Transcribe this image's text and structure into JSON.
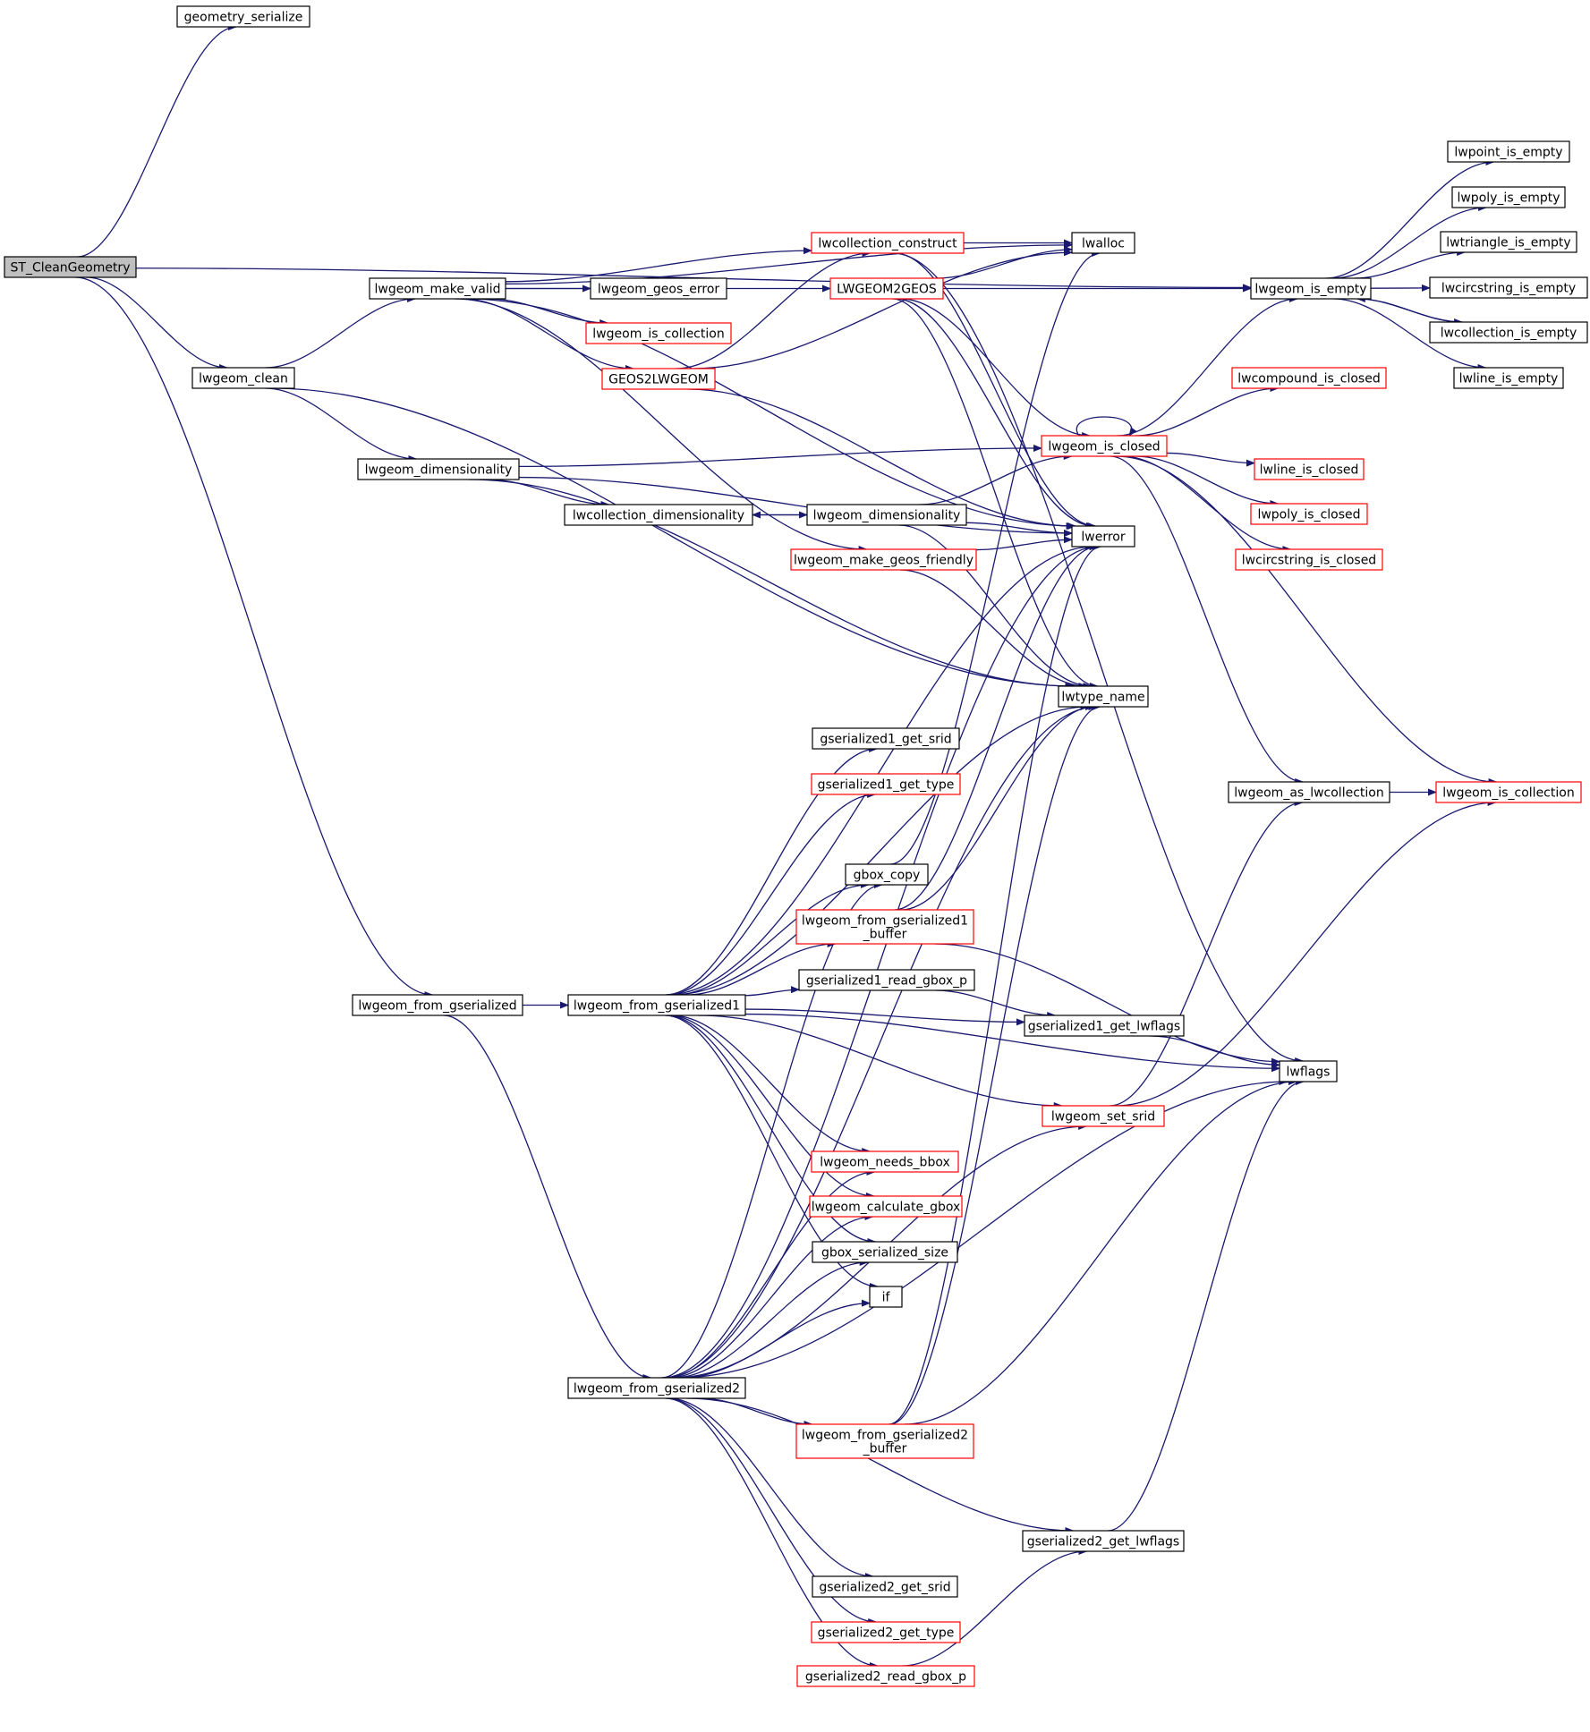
{
  "colors": {
    "edge": "#191970",
    "normal_border": "#000000",
    "truncated_border": "#ff0000",
    "root_fill": "#bfbfbf",
    "node_fill": "#ffffff"
  },
  "nodes": [
    {
      "id": "ST_CleanGeometry",
      "label": "ST_CleanGeometry",
      "style": "root"
    },
    {
      "id": "geometry_serialize",
      "label": "geometry_serialize",
      "style": "normal"
    },
    {
      "id": "lwgeom_clean",
      "label": "lwgeom_clean",
      "style": "normal"
    },
    {
      "id": "lwgeom_from_gserialized",
      "label": "lwgeom_from_gserialized",
      "style": "normal"
    },
    {
      "id": "lwgeom_make_valid",
      "label": "lwgeom_make_valid",
      "style": "normal"
    },
    {
      "id": "lwgeom_dimensionality",
      "label": "lwgeom_dimensionality",
      "style": "normal"
    },
    {
      "id": "lwgeom_geos_error",
      "label": "lwgeom_geos_error",
      "style": "normal"
    },
    {
      "id": "lwgeom_is_collection_a",
      "label": "lwgeom_is_collection",
      "style": "truncated"
    },
    {
      "id": "GEOS2LWGEOM",
      "label": "GEOS2LWGEOM",
      "style": "truncated"
    },
    {
      "id": "lwcollection_dimensionality",
      "label": "lwcollection_dimensionality",
      "style": "normal"
    },
    {
      "id": "lwcollection_construct",
      "label": "lwcollection_construct",
      "style": "truncated"
    },
    {
      "id": "LWGEOM2GEOS",
      "label": "LWGEOM2GEOS",
      "style": "truncated"
    },
    {
      "id": "lwgeom_dimensionality2",
      "label": "lwgeom_dimensionality",
      "style": "normal"
    },
    {
      "id": "lwgeom_make_geos_friendly",
      "label": "lwgeom_make_geos_friendly",
      "style": "truncated"
    },
    {
      "id": "lwalloc",
      "label": "lwalloc",
      "style": "normal"
    },
    {
      "id": "lwerror",
      "label": "lwerror",
      "style": "normal"
    },
    {
      "id": "lwtype_name",
      "label": "lwtype_name",
      "style": "normal"
    },
    {
      "id": "lwgeom_is_empty",
      "label": "lwgeom_is_empty",
      "style": "normal"
    },
    {
      "id": "lwgeom_is_closed",
      "label": "lwgeom_is_closed",
      "style": "truncated"
    },
    {
      "id": "lwpoint_is_empty",
      "label": "lwpoint_is_empty",
      "style": "normal"
    },
    {
      "id": "lwpoly_is_empty",
      "label": "lwpoly_is_empty",
      "style": "normal"
    },
    {
      "id": "lwtriangle_is_empty",
      "label": "lwtriangle_is_empty",
      "style": "normal"
    },
    {
      "id": "lwcircstring_is_empty",
      "label": "lwcircstring_is_empty",
      "style": "normal"
    },
    {
      "id": "lwcollection_is_empty",
      "label": "lwcollection_is_empty",
      "style": "normal"
    },
    {
      "id": "lwline_is_empty",
      "label": "lwline_is_empty",
      "style": "normal"
    },
    {
      "id": "lwcompound_is_closed",
      "label": "lwcompound_is_closed",
      "style": "truncated"
    },
    {
      "id": "lwline_is_closed",
      "label": "lwline_is_closed",
      "style": "truncated"
    },
    {
      "id": "lwpoly_is_closed",
      "label": "lwpoly_is_closed",
      "style": "truncated"
    },
    {
      "id": "lwcircstring_is_closed",
      "label": "lwcircstring_is_closed",
      "style": "truncated"
    },
    {
      "id": "lwgeom_as_lwcollection",
      "label": "lwgeom_as_lwcollection",
      "style": "normal"
    },
    {
      "id": "lwgeom_is_collection_b",
      "label": "lwgeom_is_collection",
      "style": "truncated"
    },
    {
      "id": "lwgeom_from_gserialized1",
      "label": "lwgeom_from_gserialized1",
      "style": "normal"
    },
    {
      "id": "gserialized1_get_srid",
      "label": "gserialized1_get_srid",
      "style": "normal"
    },
    {
      "id": "gserialized1_get_type",
      "label": "gserialized1_get_type",
      "style": "truncated"
    },
    {
      "id": "gbox_copy",
      "label": "gbox_copy",
      "style": "normal"
    },
    {
      "id": "lwgeom_from_gserialized1_buffer",
      "label": [
        "lwgeom_from_gserialized1",
        "_buffer"
      ],
      "style": "truncated"
    },
    {
      "id": "gserialized1_read_gbox_p",
      "label": "gserialized1_read_gbox_p",
      "style": "normal"
    },
    {
      "id": "gserialized1_get_lwflags",
      "label": "gserialized1_get_lwflags",
      "style": "normal"
    },
    {
      "id": "lwflags",
      "label": "lwflags",
      "style": "normal"
    },
    {
      "id": "lwgeom_set_srid",
      "label": "lwgeom_set_srid",
      "style": "truncated"
    },
    {
      "id": "lwgeom_needs_bbox",
      "label": "lwgeom_needs_bbox",
      "style": "truncated"
    },
    {
      "id": "lwgeom_calculate_gbox",
      "label": "lwgeom_calculate_gbox",
      "style": "truncated"
    },
    {
      "id": "gbox_serialized_size",
      "label": "gbox_serialized_size",
      "style": "normal"
    },
    {
      "id": "if",
      "label": "if",
      "style": "normal"
    },
    {
      "id": "lwgeom_from_gserialized2",
      "label": "lwgeom_from_gserialized2",
      "style": "normal"
    },
    {
      "id": "lwgeom_from_gserialized2_buffer",
      "label": [
        "lwgeom_from_gserialized2",
        "_buffer"
      ],
      "style": "truncated"
    },
    {
      "id": "gserialized2_get_lwflags",
      "label": "gserialized2_get_lwflags",
      "style": "normal"
    },
    {
      "id": "gserialized2_get_srid",
      "label": "gserialized2_get_srid",
      "style": "normal"
    },
    {
      "id": "gserialized2_get_type",
      "label": "gserialized2_get_type",
      "style": "truncated"
    },
    {
      "id": "gserialized2_read_gbox_p",
      "label": "gserialized2_read_gbox_p",
      "style": "truncated"
    }
  ],
  "edges": [
    {
      "from": "ST_CleanGeometry",
      "to": "geometry_serialize"
    },
    {
      "from": "ST_CleanGeometry",
      "to": "lwgeom_is_empty"
    },
    {
      "from": "ST_CleanGeometry",
      "to": "lwgeom_clean"
    },
    {
      "from": "ST_CleanGeometry",
      "to": "lwgeom_from_gserialized"
    },
    {
      "from": "lwgeom_clean",
      "to": "lwgeom_make_valid"
    },
    {
      "from": "lwgeom_clean",
      "to": "lwgeom_dimensionality"
    },
    {
      "from": "lwgeom_clean",
      "to": "lwtype_name"
    },
    {
      "from": "lwgeom_make_valid",
      "to": "lwgeom_geos_error"
    },
    {
      "from": "lwgeom_make_valid",
      "to": "lwgeom_is_collection_a"
    },
    {
      "from": "lwgeom_make_valid",
      "to": "GEOS2LWGEOM"
    },
    {
      "from": "lwgeom_make_valid",
      "to": "lwalloc"
    },
    {
      "from": "lwgeom_make_valid",
      "to": "lwcollection_construct"
    },
    {
      "from": "lwgeom_make_valid",
      "to": "LWGEOM2GEOS"
    },
    {
      "from": "lwgeom_make_valid",
      "to": "lwerror"
    },
    {
      "from": "lwgeom_make_valid",
      "to": "lwgeom_make_geos_friendly"
    },
    {
      "from": "GEOS2LWGEOM",
      "to": "lwalloc"
    },
    {
      "from": "GEOS2LWGEOM",
      "to": "lwcollection_construct"
    },
    {
      "from": "GEOS2LWGEOM",
      "to": "lwerror"
    },
    {
      "from": "lwcollection_construct",
      "to": "lwalloc"
    },
    {
      "from": "lwcollection_construct",
      "to": "lwerror"
    },
    {
      "from": "lwcollection_construct",
      "to": "lwflags"
    },
    {
      "from": "LWGEOM2GEOS",
      "to": "lwalloc"
    },
    {
      "from": "LWGEOM2GEOS",
      "to": "lwgeom_is_empty"
    },
    {
      "from": "LWGEOM2GEOS",
      "to": "lwerror"
    },
    {
      "from": "LWGEOM2GEOS",
      "to": "lwtype_name"
    },
    {
      "from": "LWGEOM2GEOS",
      "to": "lwgeom_is_closed"
    },
    {
      "from": "lwgeom_dimensionality",
      "to": "lwcollection_dimensionality"
    },
    {
      "from": "lwgeom_dimensionality",
      "to": "lwgeom_is_closed"
    },
    {
      "from": "lwgeom_dimensionality",
      "to": "lwerror"
    },
    {
      "from": "lwgeom_dimensionality",
      "to": "lwtype_name"
    },
    {
      "from": "lwcollection_dimensionality",
      "to": "lwgeom_dimensionality2"
    },
    {
      "from": "lwgeom_dimensionality2",
      "to": "lwcollection_dimensionality"
    },
    {
      "from": "lwgeom_dimensionality2",
      "to": "lwgeom_is_closed"
    },
    {
      "from": "lwgeom_dimensionality2",
      "to": "lwerror"
    },
    {
      "from": "lwgeom_dimensionality2",
      "to": "lwtype_name"
    },
    {
      "from": "lwgeom_make_geos_friendly",
      "to": "lwerror"
    },
    {
      "from": "lwgeom_make_geos_friendly",
      "to": "lwtype_name"
    },
    {
      "from": "lwgeom_is_empty",
      "to": "lwpoint_is_empty"
    },
    {
      "from": "lwgeom_is_empty",
      "to": "lwpoly_is_empty"
    },
    {
      "from": "lwgeom_is_empty",
      "to": "lwtriangle_is_empty"
    },
    {
      "from": "lwgeom_is_empty",
      "to": "lwcircstring_is_empty"
    },
    {
      "from": "lwgeom_is_empty",
      "to": "lwcollection_is_empty"
    },
    {
      "from": "lwgeom_is_empty",
      "to": "lwline_is_empty"
    },
    {
      "from": "lwcollection_is_empty",
      "to": "lwgeom_is_empty"
    },
    {
      "from": "lwgeom_is_closed",
      "to": "lwgeom_is_closed"
    },
    {
      "from": "lwgeom_is_closed",
      "to": "lwgeom_is_empty"
    },
    {
      "from": "lwgeom_is_closed",
      "to": "lwcompound_is_closed"
    },
    {
      "from": "lwgeom_is_closed",
      "to": "lwline_is_closed"
    },
    {
      "from": "lwgeom_is_closed",
      "to": "lwpoly_is_closed"
    },
    {
      "from": "lwgeom_is_closed",
      "to": "lwcircstring_is_closed"
    },
    {
      "from": "lwgeom_is_closed",
      "to": "lwgeom_as_lwcollection"
    },
    {
      "from": "lwgeom_is_closed",
      "to": "lwgeom_is_collection_b"
    },
    {
      "from": "lwgeom_as_lwcollection",
      "to": "lwgeom_is_collection_b"
    },
    {
      "from": "lwgeom_from_gserialized",
      "to": "lwgeom_from_gserialized1"
    },
    {
      "from": "lwgeom_from_gserialized",
      "to": "lwgeom_from_gserialized2"
    },
    {
      "from": "lwgeom_from_gserialized1",
      "to": "lwerror"
    },
    {
      "from": "lwgeom_from_gserialized1",
      "to": "lwtype_name"
    },
    {
      "from": "lwgeom_from_gserialized1",
      "to": "gserialized1_get_srid"
    },
    {
      "from": "lwgeom_from_gserialized1",
      "to": "gserialized1_get_type"
    },
    {
      "from": "lwgeom_from_gserialized1",
      "to": "gbox_copy"
    },
    {
      "from": "lwgeom_from_gserialized1",
      "to": "lwgeom_from_gserialized1_buffer"
    },
    {
      "from": "lwgeom_from_gserialized1",
      "to": "gserialized1_read_gbox_p"
    },
    {
      "from": "lwgeom_from_gserialized1",
      "to": "gserialized1_get_lwflags"
    },
    {
      "from": "lwgeom_from_gserialized1",
      "to": "lwflags"
    },
    {
      "from": "lwgeom_from_gserialized1",
      "to": "lwgeom_set_srid"
    },
    {
      "from": "lwgeom_from_gserialized1",
      "to": "lwgeom_needs_bbox"
    },
    {
      "from": "lwgeom_from_gserialized1",
      "to": "lwgeom_calculate_gbox"
    },
    {
      "from": "lwgeom_from_gserialized1",
      "to": "gbox_serialized_size"
    },
    {
      "from": "lwgeom_from_gserialized1",
      "to": "if"
    },
    {
      "from": "gbox_copy",
      "to": "lwalloc"
    },
    {
      "from": "lwgeom_from_gserialized1_buffer",
      "to": "lwerror"
    },
    {
      "from": "lwgeom_from_gserialized1_buffer",
      "to": "lwtype_name"
    },
    {
      "from": "lwgeom_from_gserialized1_buffer",
      "to": "lwflags"
    },
    {
      "from": "gserialized1_read_gbox_p",
      "to": "gserialized1_get_lwflags"
    },
    {
      "from": "gserialized1_get_lwflags",
      "to": "lwflags"
    },
    {
      "from": "lwgeom_set_srid",
      "to": "lwgeom_as_lwcollection"
    },
    {
      "from": "lwgeom_set_srid",
      "to": "lwgeom_is_collection_b"
    },
    {
      "from": "lwgeom_from_gserialized2",
      "to": "lwerror"
    },
    {
      "from": "lwgeom_from_gserialized2",
      "to": "lwtype_name"
    },
    {
      "from": "lwgeom_from_gserialized2",
      "to": "gbox_copy"
    },
    {
      "from": "lwgeom_from_gserialized2",
      "to": "lwgeom_needs_bbox"
    },
    {
      "from": "lwgeom_from_gserialized2",
      "to": "lwgeom_calculate_gbox"
    },
    {
      "from": "lwgeom_from_gserialized2",
      "to": "gbox_serialized_size"
    },
    {
      "from": "lwgeom_from_gserialized2",
      "to": "if"
    },
    {
      "from": "lwgeom_from_gserialized2",
      "to": "lwgeom_from_gserialized2_buffer"
    },
    {
      "from": "lwgeom_from_gserialized2",
      "to": "gserialized2_get_lwflags"
    },
    {
      "from": "lwgeom_from_gserialized2",
      "to": "gserialized2_get_srid"
    },
    {
      "from": "lwgeom_from_gserialized2",
      "to": "gserialized2_get_type"
    },
    {
      "from": "lwgeom_from_gserialized2",
      "to": "gserialized2_read_gbox_p"
    },
    {
      "from": "lwgeom_from_gserialized2",
      "to": "lwflags"
    },
    {
      "from": "lwgeom_from_gserialized2",
      "to": "lwgeom_set_srid"
    },
    {
      "from": "lwgeom_from_gserialized2_buffer",
      "to": "lwerror"
    },
    {
      "from": "lwgeom_from_gserialized2_buffer",
      "to": "lwtype_name"
    },
    {
      "from": "lwgeom_from_gserialized2_buffer",
      "to": "lwflags"
    },
    {
      "from": "gserialized2_read_gbox_p",
      "to": "gserialized2_get_lwflags"
    },
    {
      "from": "gserialized2_get_lwflags",
      "to": "lwflags"
    }
  ]
}
